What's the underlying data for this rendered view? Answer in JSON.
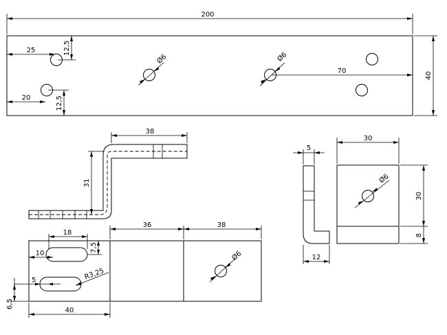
{
  "top_view": {
    "overall_length": "200",
    "width": "40",
    "hole_edge_x": "25",
    "hole_edge_x2": "20",
    "hole_offset_top": "12,5",
    "hole_offset_bottom": "12,5",
    "hole_dia_1": "Ø6",
    "hole_dia_2": "Ø6",
    "hole_to_end": "70"
  },
  "bent_profile": {
    "top_leg": "38",
    "height": "31"
  },
  "flat_pattern": {
    "slot_length": "18",
    "slot_offset": "10",
    "slot_height": "7,5",
    "slot_width": "5",
    "slot_radius": "R3,25",
    "bottom_offset": "6,5",
    "section_length_1": "40",
    "section_length_2": "36",
    "section_length_3": "38",
    "hole_dia": "Ø6"
  },
  "side_view": {
    "thickness": "5",
    "depth": "12"
  },
  "front_view": {
    "width": "30",
    "height": "30",
    "base_height": "8",
    "hole_dia": "Ø6"
  }
}
